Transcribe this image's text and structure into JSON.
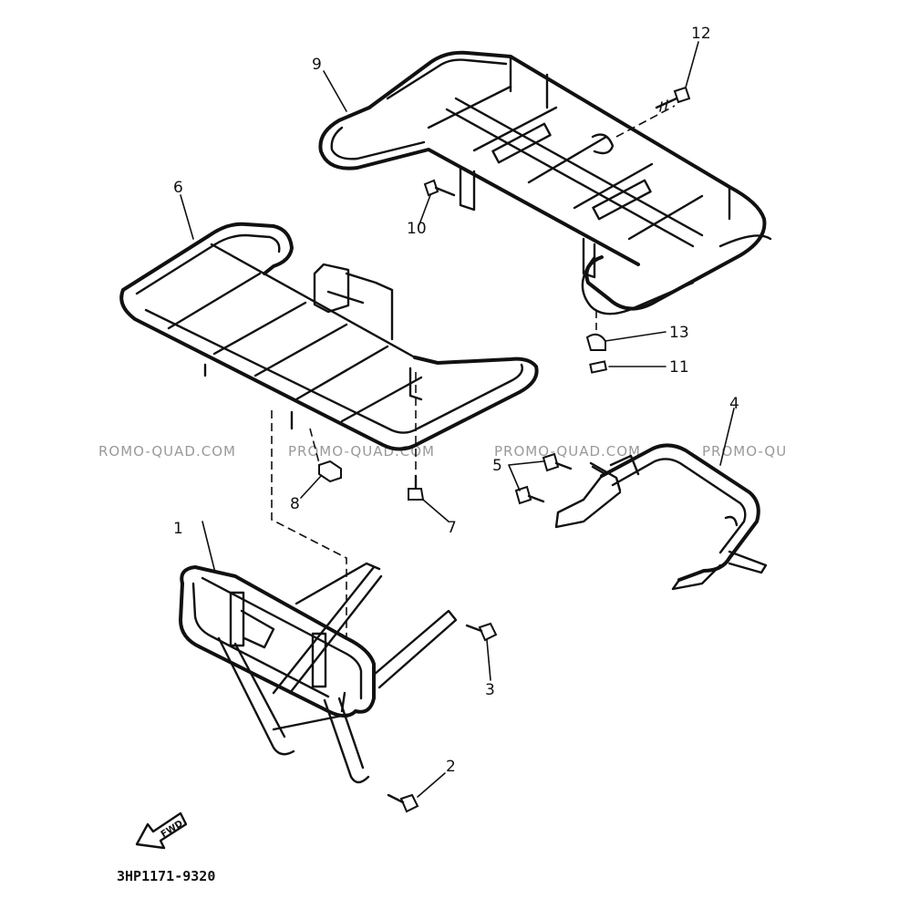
{
  "diagram": {
    "part_code": "3HP1171-9320",
    "direction_badge": "FWD",
    "watermarks": [
      "ROMO-QUAD.COM",
      "PROMO-QUAD.COM",
      "PROMO-QUAD.COM",
      "PROMO-QU"
    ],
    "callouts": [
      {
        "id": "1",
        "label": "1"
      },
      {
        "id": "2",
        "label": "2"
      },
      {
        "id": "3",
        "label": "3"
      },
      {
        "id": "4",
        "label": "4"
      },
      {
        "id": "5",
        "label": "5"
      },
      {
        "id": "6",
        "label": "6"
      },
      {
        "id": "7",
        "label": "7"
      },
      {
        "id": "8",
        "label": "8"
      },
      {
        "id": "9",
        "label": "9"
      },
      {
        "id": "10",
        "label": "10"
      },
      {
        "id": "11",
        "label": "11"
      },
      {
        "id": "12",
        "label": "12"
      },
      {
        "id": "13",
        "label": "13"
      }
    ]
  }
}
